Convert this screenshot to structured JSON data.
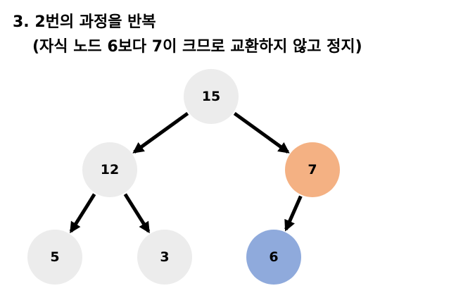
{
  "title": {
    "line1": "3. 2번의 과정을 반복",
    "line2": "(자식 노드 6보다 7이 크므로 교환하지 않고 정지)"
  },
  "colors": {
    "node_default": "#ececec",
    "node_highlight": "#f4b183",
    "node_compared": "#8faadc",
    "edge": "#000000"
  },
  "tree": {
    "nodes": [
      {
        "id": "n15",
        "label": "15",
        "state": "default"
      },
      {
        "id": "n12",
        "label": "12",
        "state": "default"
      },
      {
        "id": "n7",
        "label": "7",
        "state": "highlight"
      },
      {
        "id": "n5",
        "label": "5",
        "state": "default"
      },
      {
        "id": "n3",
        "label": "3",
        "state": "default"
      },
      {
        "id": "n6",
        "label": "6",
        "state": "compared"
      }
    ],
    "edges": [
      {
        "from": "n15",
        "to": "n12"
      },
      {
        "from": "n15",
        "to": "n7"
      },
      {
        "from": "n12",
        "to": "n5"
      },
      {
        "from": "n12",
        "to": "n3"
      },
      {
        "from": "n7",
        "to": "n6"
      }
    ]
  }
}
